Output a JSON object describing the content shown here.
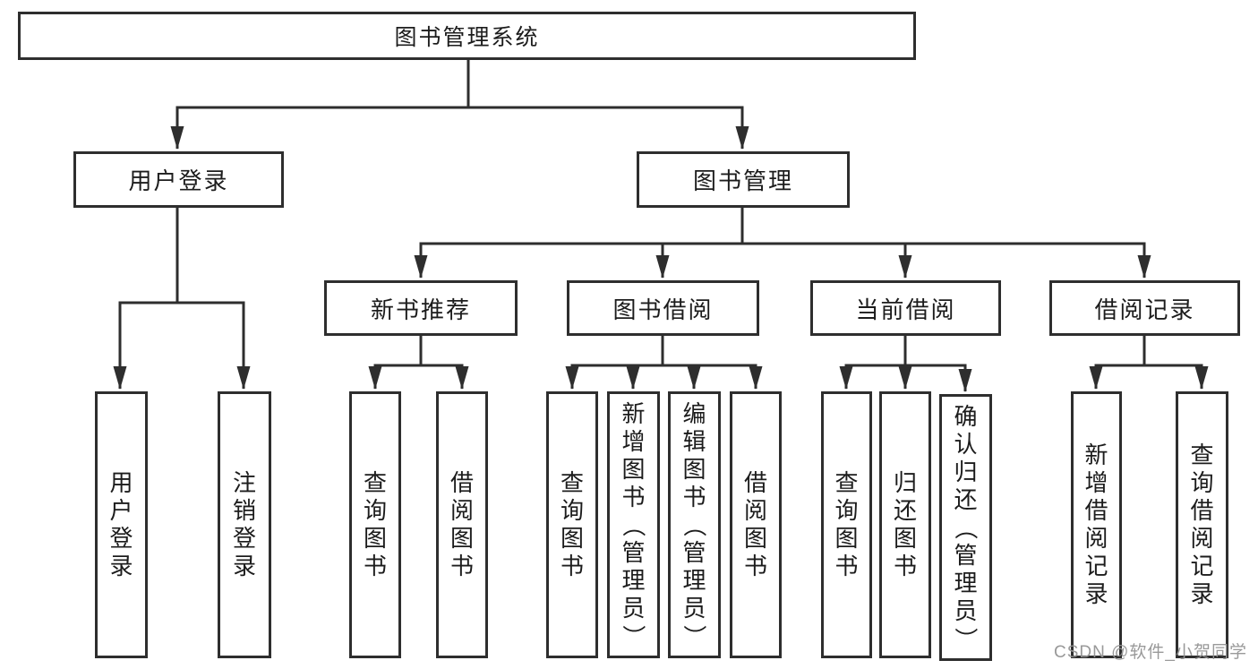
{
  "diagram": {
    "root": {
      "label": "图书管理系统"
    },
    "level2": [
      {
        "id": "user-login",
        "label": "用户登录"
      },
      {
        "id": "book-management",
        "label": "图书管理"
      }
    ],
    "level3": [
      {
        "id": "new-book-recommend",
        "label": "新书推荐"
      },
      {
        "id": "book-borrowing",
        "label": "图书借阅"
      },
      {
        "id": "current-borrowing",
        "label": "当前借阅"
      },
      {
        "id": "borrowing-records",
        "label": "借阅记录"
      }
    ],
    "leaves": [
      {
        "id": "user-login-leaf",
        "label": "用户登录"
      },
      {
        "id": "logout",
        "label": "注销登录"
      },
      {
        "id": "query-books-recommend",
        "label": "查询图书"
      },
      {
        "id": "borrow-books-recommend",
        "label": "借阅图书"
      },
      {
        "id": "query-books-borrow",
        "label": "查询图书"
      },
      {
        "id": "add-books-admin",
        "label": "新增图书（管理员）"
      },
      {
        "id": "edit-books-admin",
        "label": "编辑图书（管理员）"
      },
      {
        "id": "borrow-books-borrow",
        "label": "借阅图书"
      },
      {
        "id": "query-books-current",
        "label": "查询图书"
      },
      {
        "id": "return-books",
        "label": "归还图书"
      },
      {
        "id": "confirm-return-admin",
        "label": "确认归还（管理员）"
      },
      {
        "id": "add-borrow-record",
        "label": "新增借阅记录"
      },
      {
        "id": "query-borrow-record",
        "label": "查询借阅记录"
      }
    ]
  },
  "watermark": "CSDN @软件_小贺同学",
  "colors": {
    "line": "#2e2e2e",
    "text": "#1c1c1c",
    "watermark": "#949494"
  }
}
